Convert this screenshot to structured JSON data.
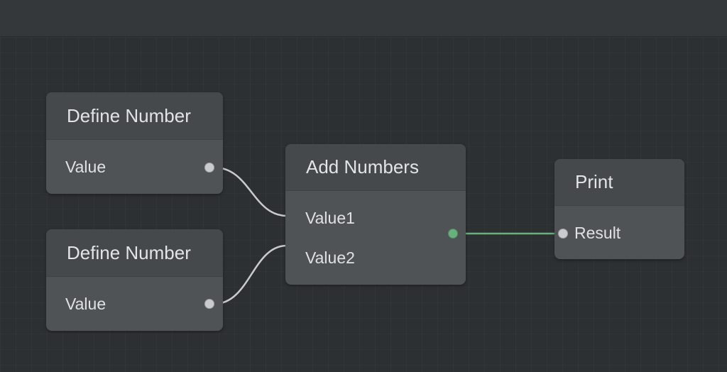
{
  "nodes": {
    "define1": {
      "title": "Define Number",
      "output_label": "Value"
    },
    "define2": {
      "title": "Define Number",
      "output_label": "Value"
    },
    "add": {
      "title": "Add Numbers",
      "input1_label": "Value1",
      "input2_label": "Value2"
    },
    "print": {
      "title": "Print",
      "input_label": "Result"
    }
  },
  "colors": {
    "wire_default": "#c9cbcc",
    "wire_active": "#68b07e"
  }
}
